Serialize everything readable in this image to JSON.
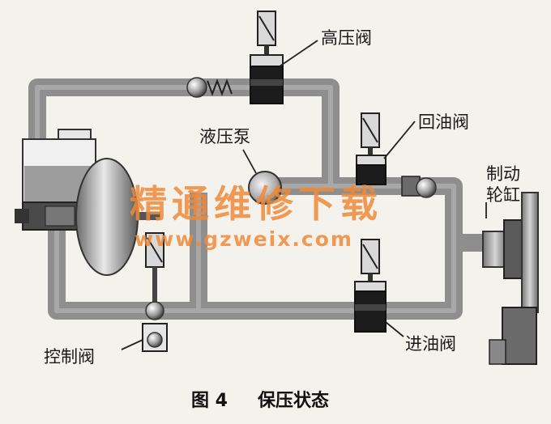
{
  "labels": {
    "high_pressure_valve": "高压阀",
    "return_valve": "回油阀",
    "hydraulic_pump": "液压泵",
    "brake_cylinder": "制动\n轮缸",
    "inlet_valve": "进油阀",
    "control_valve": "控制阀"
  },
  "caption": {
    "figure_number": "图 4",
    "title": "保压状态"
  },
  "watermark": {
    "text": "精通维修下载",
    "url": "www.gzweix.com"
  },
  "colors": {
    "pipe": "#8e8e8e",
    "valve_body": "#1c1c1c",
    "fluid": "#9c9c9c"
  }
}
